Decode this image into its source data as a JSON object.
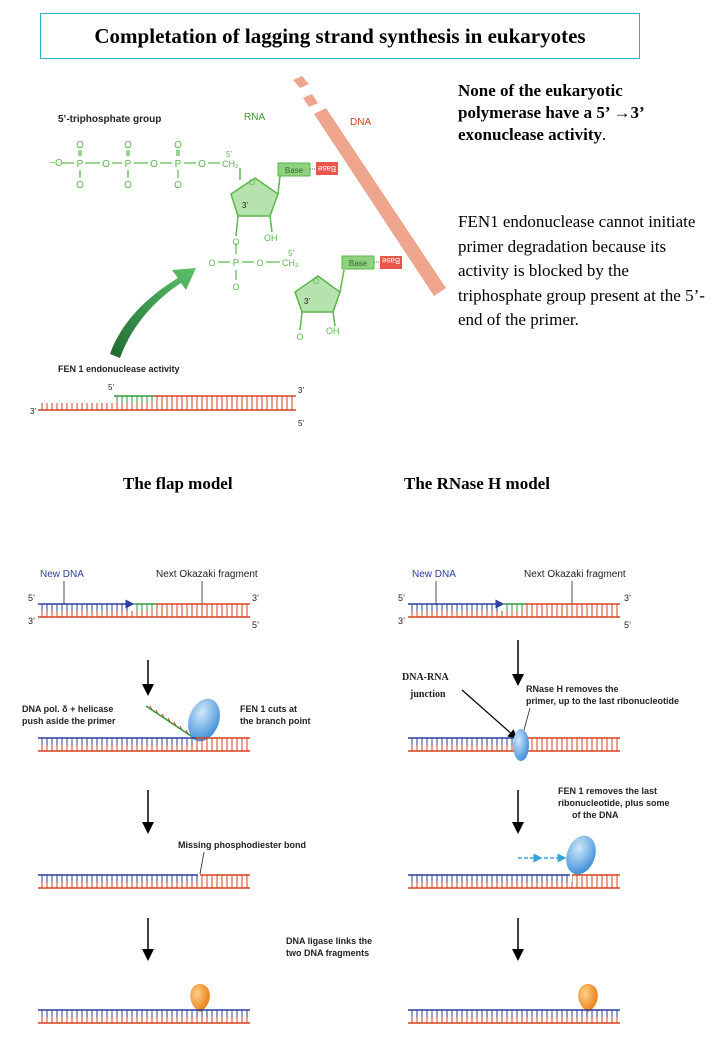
{
  "title": "Completation of lagging strand synthesis in eukaryotes",
  "intro": {
    "line1_bold": "None of the eukaryotic polymerase have a 5’ →3’ exonuclease activity",
    "line1_end": ".",
    "line2": "FEN1 endonuclease cannot initiate primer degradation because its activity is blocked by the triphosphate group present at the 5’-end of the primer."
  },
  "figure_top": {
    "label_triphosphate": "5’-triphosphate group",
    "label_rna": "RNA",
    "label_dna": "DNA",
    "base": "Base",
    "base_mirror": "Base",
    "atom_o": "O",
    "atom_p": "P",
    "atom_minus_o": "−O",
    "atom_ch2": "CH₂",
    "atom_oh": "OH",
    "prime5": "5’",
    "prime3": "3’",
    "label_fen1": "FEN 1 endonuclease activity"
  },
  "models": {
    "flap_title": "The flap model",
    "rnase_title": "The RNase H model"
  },
  "flap": {
    "new_dna": "New DNA",
    "next_okazaki": "Next Okazaki fragment",
    "step1_left_l1": "DNA pol. δ + helicase",
    "step1_left_l2": "push aside the primer",
    "step1_right_l1": "FEN 1 cuts at",
    "step1_right_l2": "the branch point",
    "step2": "Missing phosphodiester bond",
    "step3_l1": "DNA ligase links the",
    "step3_l2": "two DNA fragments"
  },
  "rnase": {
    "new_dna": "New DNA",
    "next_okazaki": "Next Okazaki fragment",
    "junction_l1": "DNA-RNA",
    "junction_l2": "junction",
    "step1_l1": "RNase H removes the",
    "step1_l2": "primer, up to the last ribonucleotide",
    "step2_l1": "FEN 1 removes the last",
    "step2_l2": "ribonucleotide,  plus some",
    "step2_l3": "of  the DNA"
  },
  "colors": {
    "dna_blue": "#2a3f9e",
    "dna_red": "#d6401f",
    "rna_green": "#2f9a3a",
    "protein_blue": "#5aa8e6",
    "ligase_orange": "#f28a1c",
    "chem_green": "#58b84a",
    "base_red": "#e8554a",
    "dna_bar": "#eea58e",
    "title_border": "#27b4c8"
  }
}
